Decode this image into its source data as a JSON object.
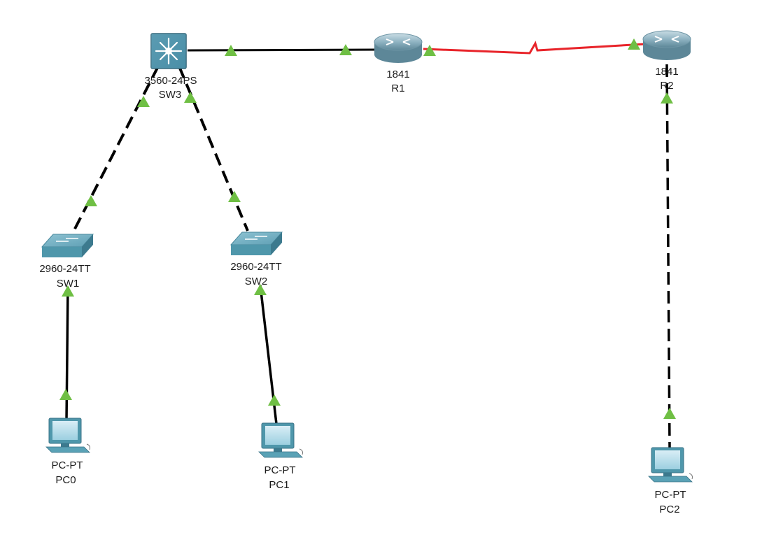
{
  "colors": {
    "link": "#000000",
    "serial_link": "#e8242a",
    "link_light": "#70c046",
    "device_teal": "#4f97ab"
  },
  "devices": {
    "sw3": {
      "model": "3560-24PS",
      "name": "SW3",
      "icon": "multilayer-switch-icon"
    },
    "r1": {
      "model": "1841",
      "name": "R1",
      "icon": "router-icon"
    },
    "r2": {
      "model": "1841",
      "name": "R2",
      "icon": "router-icon"
    },
    "sw1": {
      "model": "2960-24TT",
      "name": "SW1",
      "icon": "switch-icon"
    },
    "sw2": {
      "model": "2960-24TT",
      "name": "SW2",
      "icon": "switch-icon"
    },
    "pc0": {
      "model": "PC-PT",
      "name": "PC0",
      "icon": "pc-icon"
    },
    "pc1": {
      "model": "PC-PT",
      "name": "PC1",
      "icon": "pc-icon"
    },
    "pc2": {
      "model": "PC-PT",
      "name": "PC2",
      "icon": "pc-icon"
    }
  },
  "links": [
    {
      "from": "sw3",
      "to": "r1",
      "style": "solid",
      "status": "up"
    },
    {
      "from": "r1",
      "to": "r2",
      "style": "serial",
      "status": "up"
    },
    {
      "from": "sw3",
      "to": "sw1",
      "style": "dashed",
      "status": "up"
    },
    {
      "from": "sw3",
      "to": "sw2",
      "style": "dashed",
      "status": "up"
    },
    {
      "from": "sw1",
      "to": "pc0",
      "style": "solid",
      "status": "up"
    },
    {
      "from": "sw2",
      "to": "pc1",
      "style": "solid",
      "status": "up"
    },
    {
      "from": "r2",
      "to": "pc2",
      "style": "dashed",
      "status": "up"
    }
  ]
}
